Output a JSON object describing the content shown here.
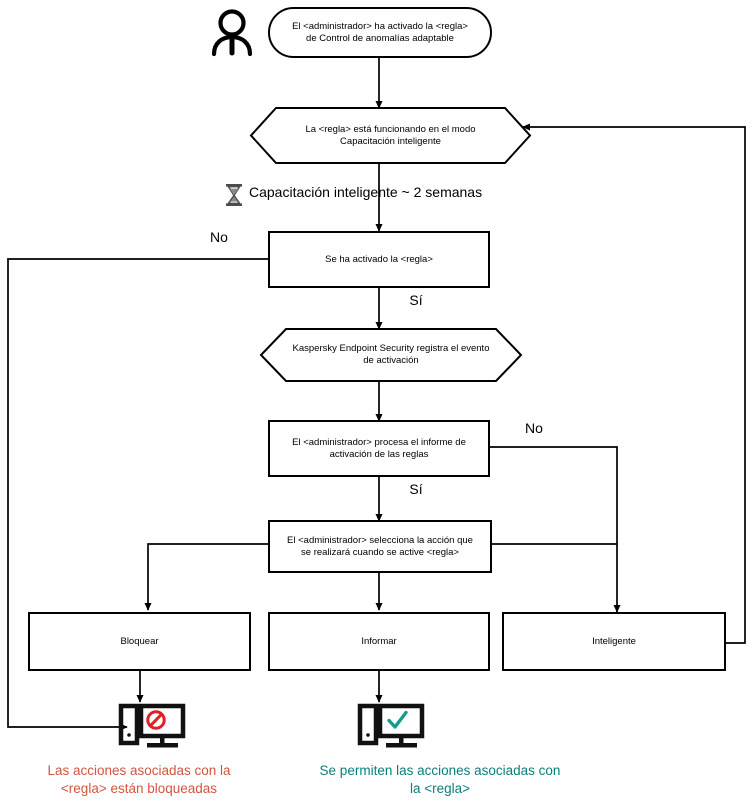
{
  "diagram": {
    "title": "Adaptive Anomaly Control rule flow",
    "language": "es",
    "background": "#ffffff",
    "stroke": "#000000",
    "colors": {
      "blocked_text": "#d2553f",
      "allowed_text": "#0a7f7b",
      "block_symbol": "#e01f26",
      "check_symbol": "#179b8e",
      "line": "#000000"
    }
  },
  "actors": {
    "administrator_icon": "person-icon"
  },
  "nodes": {
    "start": {
      "shape": "rounded",
      "text": "El <administrador> ha activado la <regla>\nde Control de anomalías adaptable"
    },
    "training_mode": {
      "shape": "hexagon",
      "text": "La <regla> está funcionando en el modo\nCapacitación inteligente"
    },
    "rule_triggered": {
      "shape": "rectangle",
      "text": "Se ha activado la <regla>"
    },
    "event_logged": {
      "shape": "hexagon",
      "text": "Kaspersky Endpoint Security registra el evento\nde activación"
    },
    "admin_processes_report": {
      "shape": "rectangle",
      "text": "El <administrador> procesa el informe de\nactivación de las reglas"
    },
    "admin_selects_action": {
      "shape": "rectangle",
      "text": "El <administrador> selecciona la acción que\nse realizará cuando se active <regla>"
    },
    "action_block": {
      "shape": "rectangle",
      "text": "Bloquear"
    },
    "action_inform": {
      "shape": "rectangle",
      "text": "Informar"
    },
    "action_smart": {
      "shape": "rectangle",
      "text": "Inteligente"
    }
  },
  "edge_labels": {
    "triggered_no": "No",
    "triggered_yes": "Sí",
    "report_no": "No",
    "report_yes": "Sí"
  },
  "annotations": {
    "training_duration": {
      "icon": "hourglass-icon",
      "text": "Capacitación inteligente ~ 2 semanas"
    }
  },
  "outcomes": {
    "blocked": {
      "icon": "monitor-blocked-icon",
      "caption": "Las acciones asociadas con la\n<regla> están bloqueadas"
    },
    "allowed": {
      "icon": "monitor-allowed-icon",
      "caption": "Se permiten las acciones asociadas con\nla <regla>"
    }
  }
}
